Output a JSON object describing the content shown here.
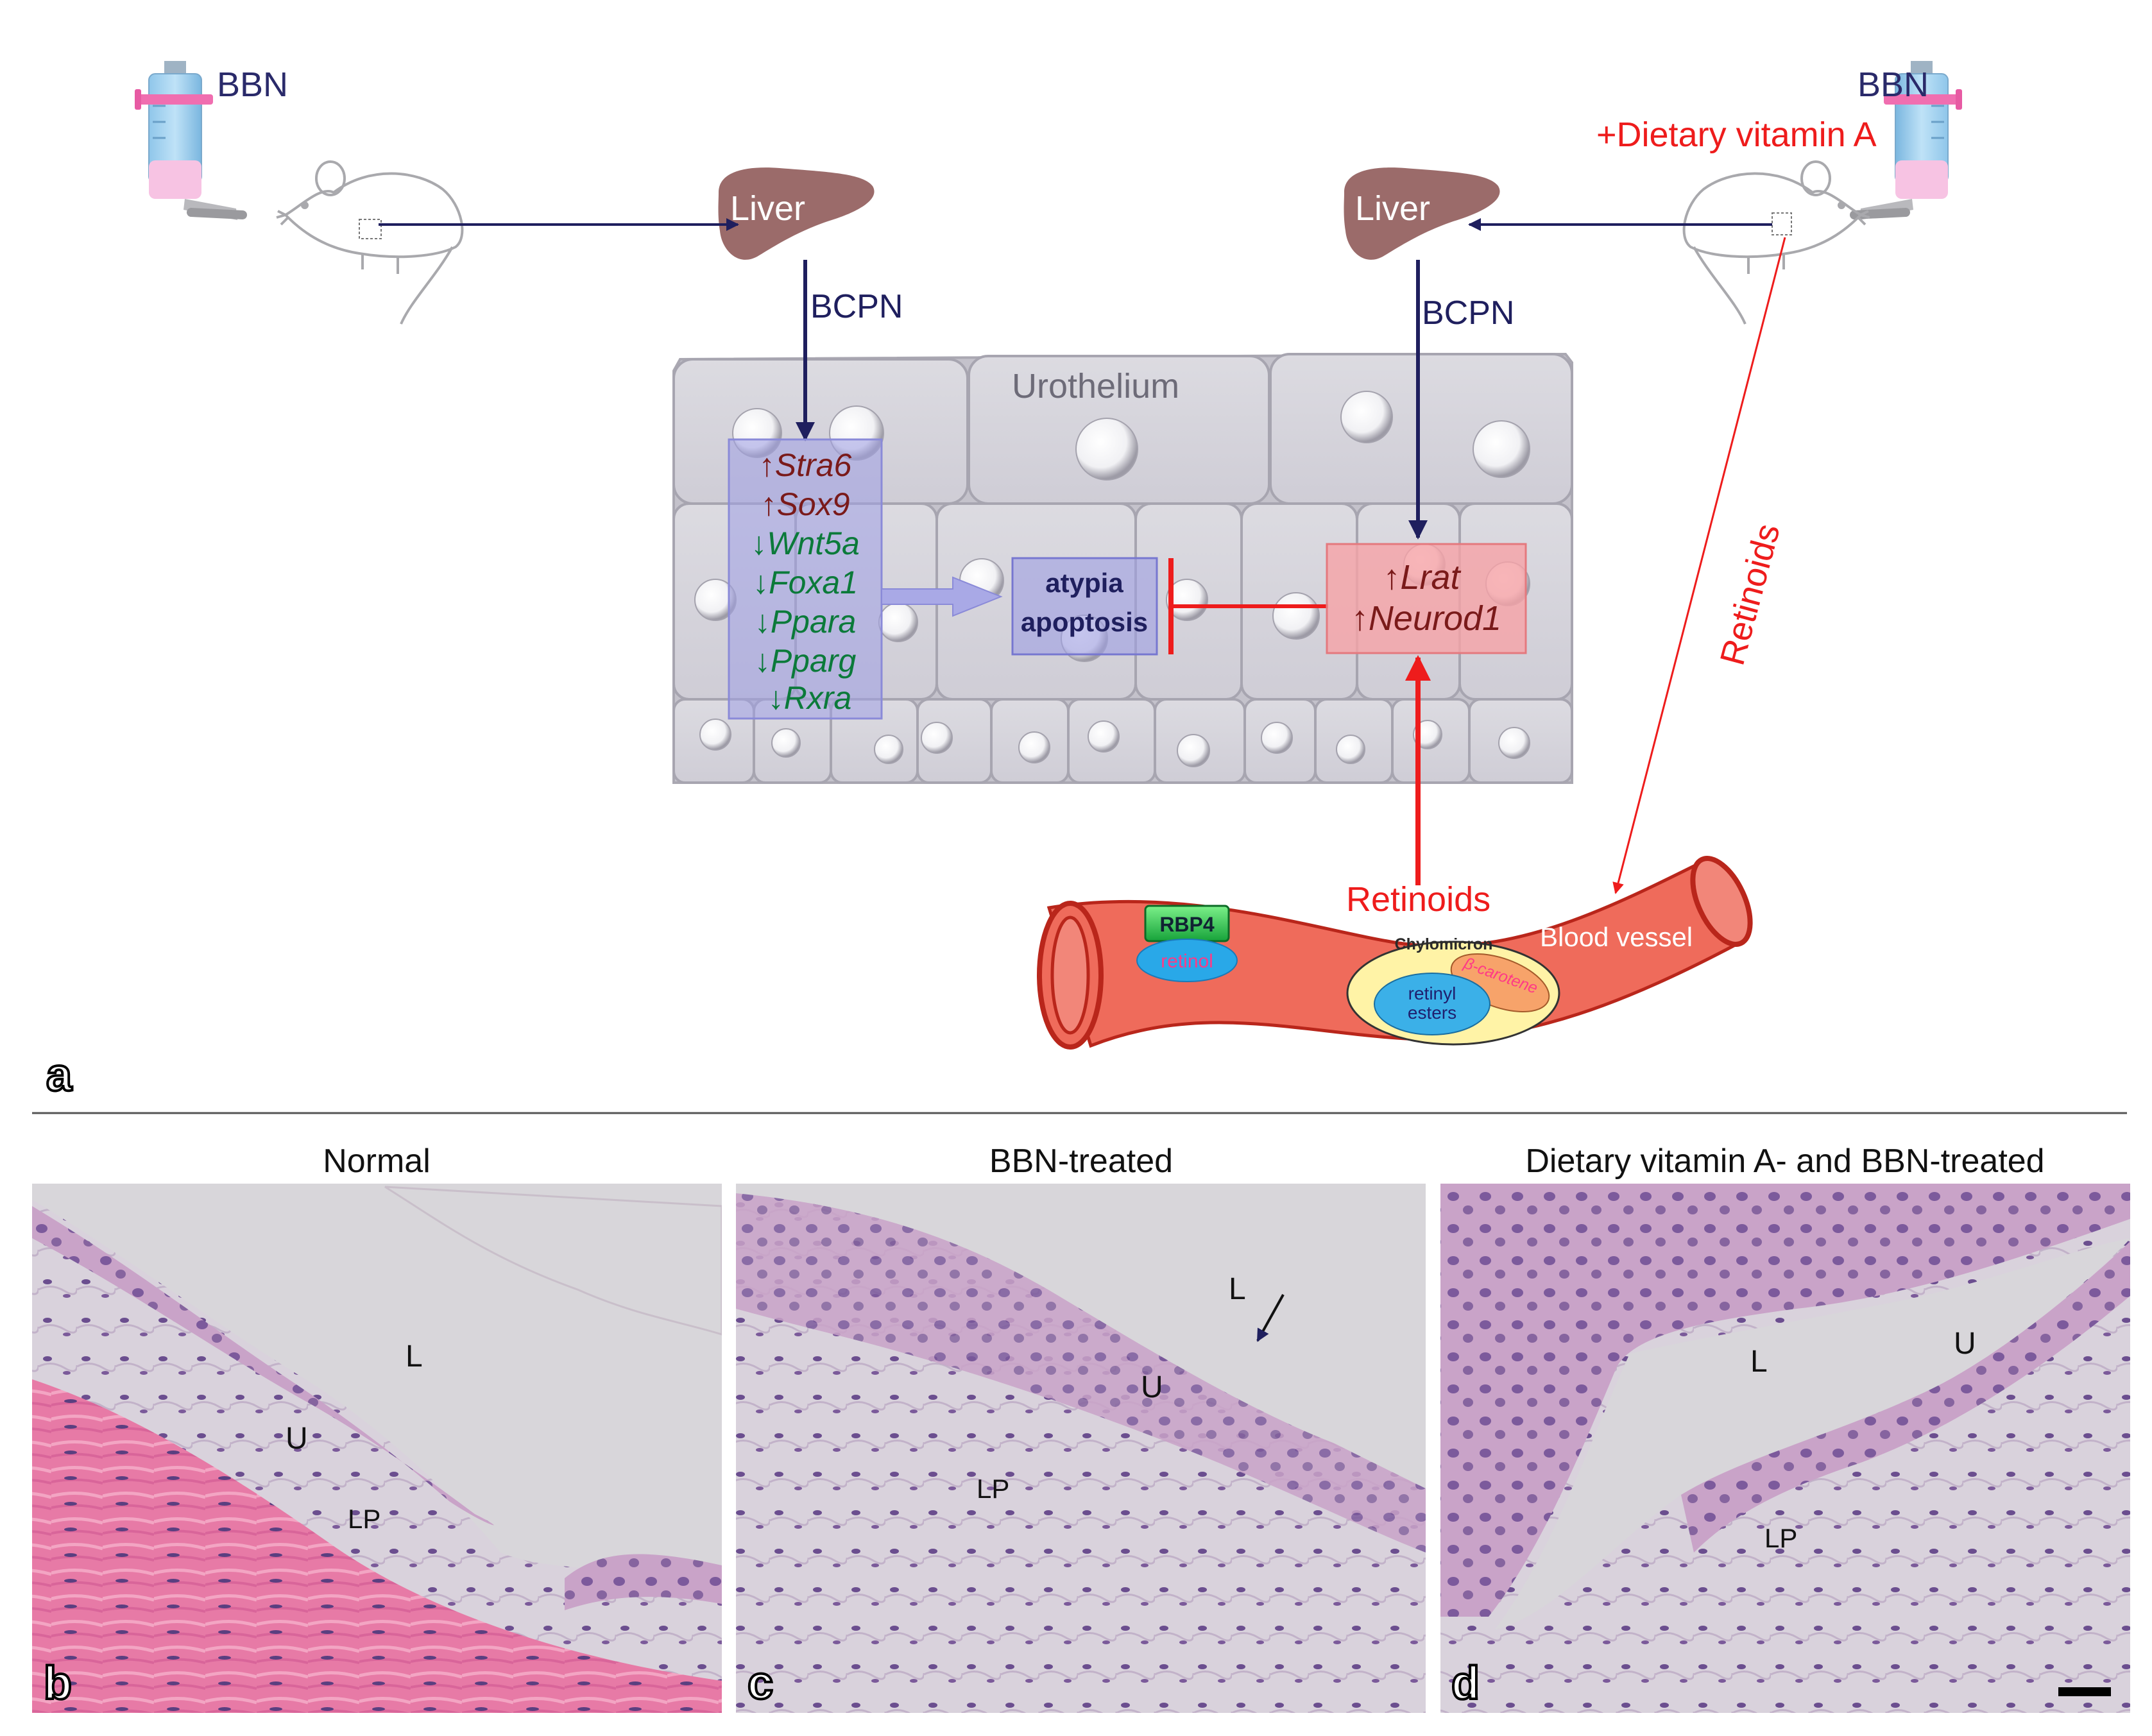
{
  "panel_a": {
    "panel_letter": "a",
    "left_mouse": {
      "drink_label": "BBN"
    },
    "right_mouse": {
      "drink_label": "BBN",
      "diet_label": "+Dietary vitamin A"
    },
    "liver_left": "Liver",
    "liver_right": "Liver",
    "bcpn_left": "BCPN",
    "bcpn_right": "BCPN",
    "urothelium_label": "Urothelium",
    "gene_box_left": [
      {
        "arrow": "↑",
        "gene": "Stra6",
        "dir": "up"
      },
      {
        "arrow": "↑",
        "gene": "Sox9",
        "dir": "up"
      },
      {
        "arrow": "↓",
        "gene": "Wnt5a",
        "dir": "down"
      },
      {
        "arrow": "↓",
        "gene": "Foxa1",
        "dir": "down"
      },
      {
        "arrow": "↓",
        "gene": "Ppara",
        "dir": "down"
      },
      {
        "arrow": "↓",
        "gene": "Pparg",
        "dir": "down"
      },
      {
        "arrow": "↓",
        "gene": "Rxra",
        "dir": "down"
      }
    ],
    "outcome_box": [
      "atypia",
      "apoptosis"
    ],
    "gene_box_right": [
      {
        "arrow": "↑",
        "gene": "Lrat"
      },
      {
        "arrow": "↑",
        "gene": "Neurod1"
      }
    ],
    "retinoids_diagonal": "Retinoids",
    "retinoids_vertical": "Retinoids",
    "vessel": {
      "label": "Blood vessel",
      "rbp4": "RBP4",
      "retinol": "retinol",
      "chylomicron": "Chylomicron",
      "beta_carotene": "β-carotene",
      "retinyl_esters": [
        "retinyl",
        "esters"
      ]
    },
    "colors": {
      "navy": "#1f1f5e",
      "red": "#ee1c1c",
      "liver": "#9b6b6a",
      "up_gene": "#7a1a1a",
      "down_gene": "#0b7a3a",
      "vessel": "#ef6b5b"
    }
  },
  "micrographs": [
    {
      "title": "Normal",
      "letter": "b",
      "labels": [
        "L",
        "U",
        "LP"
      ]
    },
    {
      "title": "BBN-treated",
      "letter": "c",
      "labels": [
        "L",
        "U",
        "LP"
      ]
    },
    {
      "title": "Dietary vitamin A- and BBN-treated",
      "letter": "d",
      "labels": [
        "L",
        "U",
        "LP"
      ]
    }
  ]
}
